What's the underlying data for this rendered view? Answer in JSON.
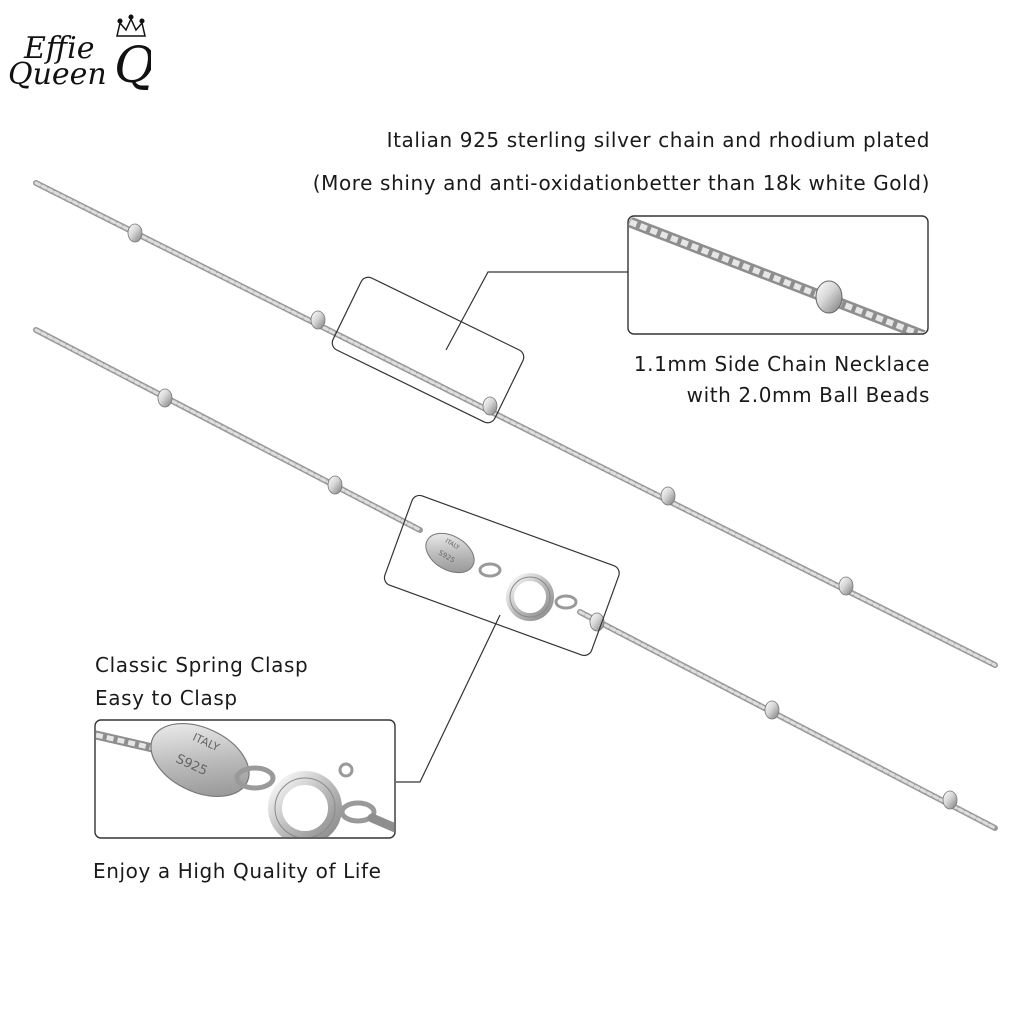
{
  "brand": {
    "logo_line1": "Effie",
    "logo_line2": "Queen",
    "logo_mark": "Q"
  },
  "headline": {
    "line1": "Italian 925 sterling silver chain and rhodium plated",
    "line2": "(More shiny and anti-oxidationbetter than 18k white Gold)"
  },
  "chain_detail": {
    "line1": "1.1mm Side Chain Necklace",
    "line2": "with 2.0mm Ball Beads"
  },
  "clasp_detail": {
    "line1": "Classic Spring Clasp",
    "line2": "Easy to Clasp"
  },
  "tagline": "Enjoy a High Quality of Life",
  "clasp_stamp": {
    "top": "ITALY",
    "bottom": "S925"
  },
  "colors": {
    "background": "#ffffff",
    "text": "#1a1a1a",
    "callout_border": "#333333",
    "silver": "#b8b8b8"
  }
}
